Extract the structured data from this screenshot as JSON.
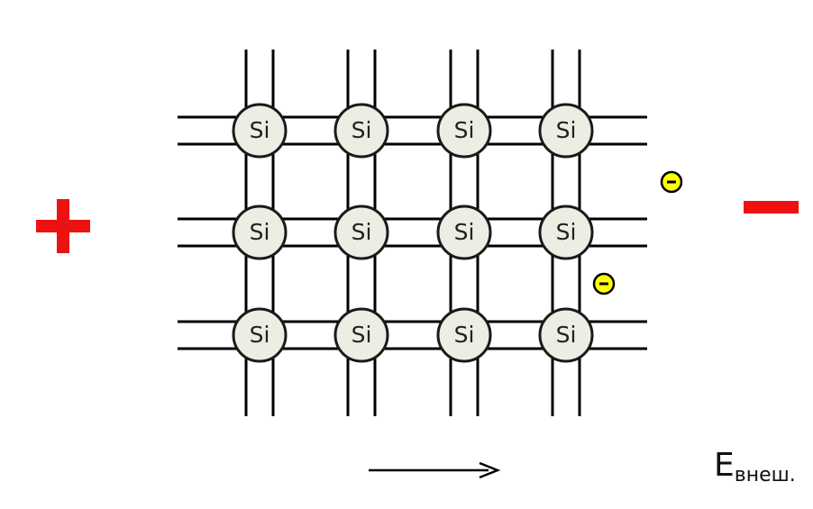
{
  "colors": {
    "bond": "#000000",
    "atom_fill": "#eeede4",
    "atom_stroke": "#1a1a1a",
    "electron_fill": "#ffff00",
    "polarity": "#ee1111",
    "arrow": "#000000"
  },
  "lattice": {
    "rows": 3,
    "columns": 4,
    "atom_label": "Si"
  },
  "electrons": [
    {
      "label": "−"
    },
    {
      "label": "−"
    }
  ],
  "terminals": {
    "positive": "+",
    "negative": "−"
  },
  "field": {
    "symbol": "E",
    "subscript": "внеш."
  }
}
